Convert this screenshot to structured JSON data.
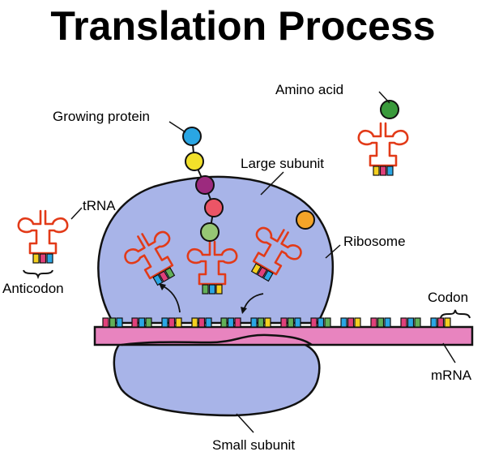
{
  "title": "Translation Process",
  "colors": {
    "ribosome": "#a8b4e8",
    "mrna": "#e884bf",
    "trna": "#e23a18",
    "outline": "#111111",
    "base_pink": "#e0407a",
    "base_green": "#62b058",
    "base_blue": "#2aa6e4",
    "base_yellow": "#f4d020"
  },
  "labels": {
    "growing_protein": "Growing protein",
    "amino_acid": "Amino acid",
    "large_subunit": "Large subunit",
    "trna": "tRNA",
    "ribosome": "Ribosome",
    "anticodon": "Anticodon",
    "codon": "Codon",
    "mrna": "mRNA",
    "small_subunit": "Small subunit"
  },
  "growing_protein_chain": [
    "#2aa6e4",
    "#f2e02a",
    "#9c2a7e",
    "#ec5566",
    "#96c674"
  ],
  "free_amino_acid_color": "#3a9a3c",
  "incoming_amino_acid_color": "#f4a428",
  "codons": [
    [
      "pink",
      "green",
      "blue"
    ],
    [
      "pink",
      "blue",
      "green"
    ],
    [
      "blue",
      "pink",
      "yellow"
    ],
    [
      "yellow",
      "pink",
      "blue"
    ],
    [
      "green",
      "blue",
      "pink"
    ],
    [
      "blue",
      "green",
      "yellow"
    ],
    [
      "pink",
      "green",
      "blue"
    ],
    [
      "pink",
      "blue",
      "green"
    ],
    [
      "blue",
      "pink",
      "yellow"
    ],
    [
      "pink",
      "green",
      "blue"
    ],
    [
      "pink",
      "blue",
      "green"
    ],
    [
      "blue",
      "pink",
      "yellow"
    ]
  ],
  "trnas": [
    {
      "id": "free-left",
      "anticodon": [
        "yellow",
        "pink",
        "blue"
      ]
    },
    {
      "id": "free-right",
      "anticodon": [
        "yellow",
        "pink",
        "blue"
      ]
    },
    {
      "id": "exit-site",
      "anticodon": [
        "blue",
        "pink",
        "green"
      ]
    },
    {
      "id": "p-site",
      "anticodon": [
        "green",
        "blue",
        "yellow"
      ]
    },
    {
      "id": "a-site",
      "anticodon": [
        "yellow",
        "pink",
        "blue"
      ]
    }
  ]
}
